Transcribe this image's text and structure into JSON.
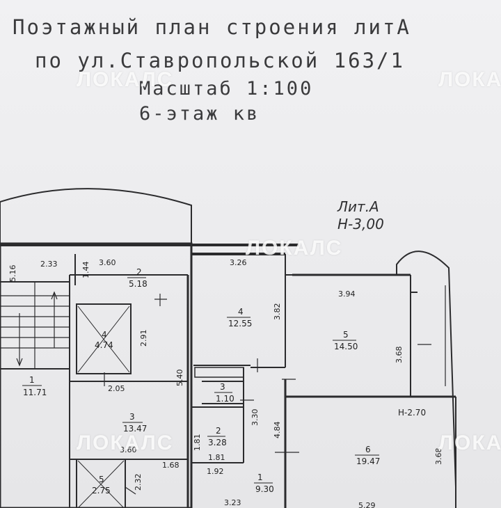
{
  "header": {
    "line1": "Поэтажный план строения литА",
    "line2": "по ул.Ставропольской 163/1",
    "line3": "Масштаб 1:100",
    "line4": "6-этаж кв"
  },
  "lit": {
    "name": "Лит.А",
    "height": "Н-3,00"
  },
  "watermark": "ЛОКАЛС",
  "heights": {
    "h270": "Н-2.70"
  },
  "rooms": [
    {
      "id": "1",
      "area": "11.71"
    },
    {
      "id": "2",
      "area": "5.18"
    },
    {
      "id": "4",
      "area": "4.74"
    },
    {
      "id": "3",
      "area": "13.47"
    },
    {
      "id": "5",
      "area": "2.75"
    },
    {
      "id": "4",
      "area": "12.55"
    },
    {
      "id": "5",
      "area": "14.50"
    },
    {
      "id": "3",
      "area": "1.10"
    },
    {
      "id": "2",
      "area": "3.28"
    },
    {
      "id": "1",
      "area": "9.30"
    },
    {
      "id": "6",
      "area": "19.47"
    }
  ],
  "dims": [
    "5.16",
    "2.33",
    "3.60",
    "1.44",
    "3.26",
    "3.82",
    "3.94",
    "2.91",
    "3.68",
    "5.40",
    "2.05",
    "3.30",
    "4.84",
    "1.81",
    "3.60",
    "1.68",
    "1.81",
    "1.92",
    "2.32",
    "3.23",
    "5.29",
    "3.68"
  ]
}
